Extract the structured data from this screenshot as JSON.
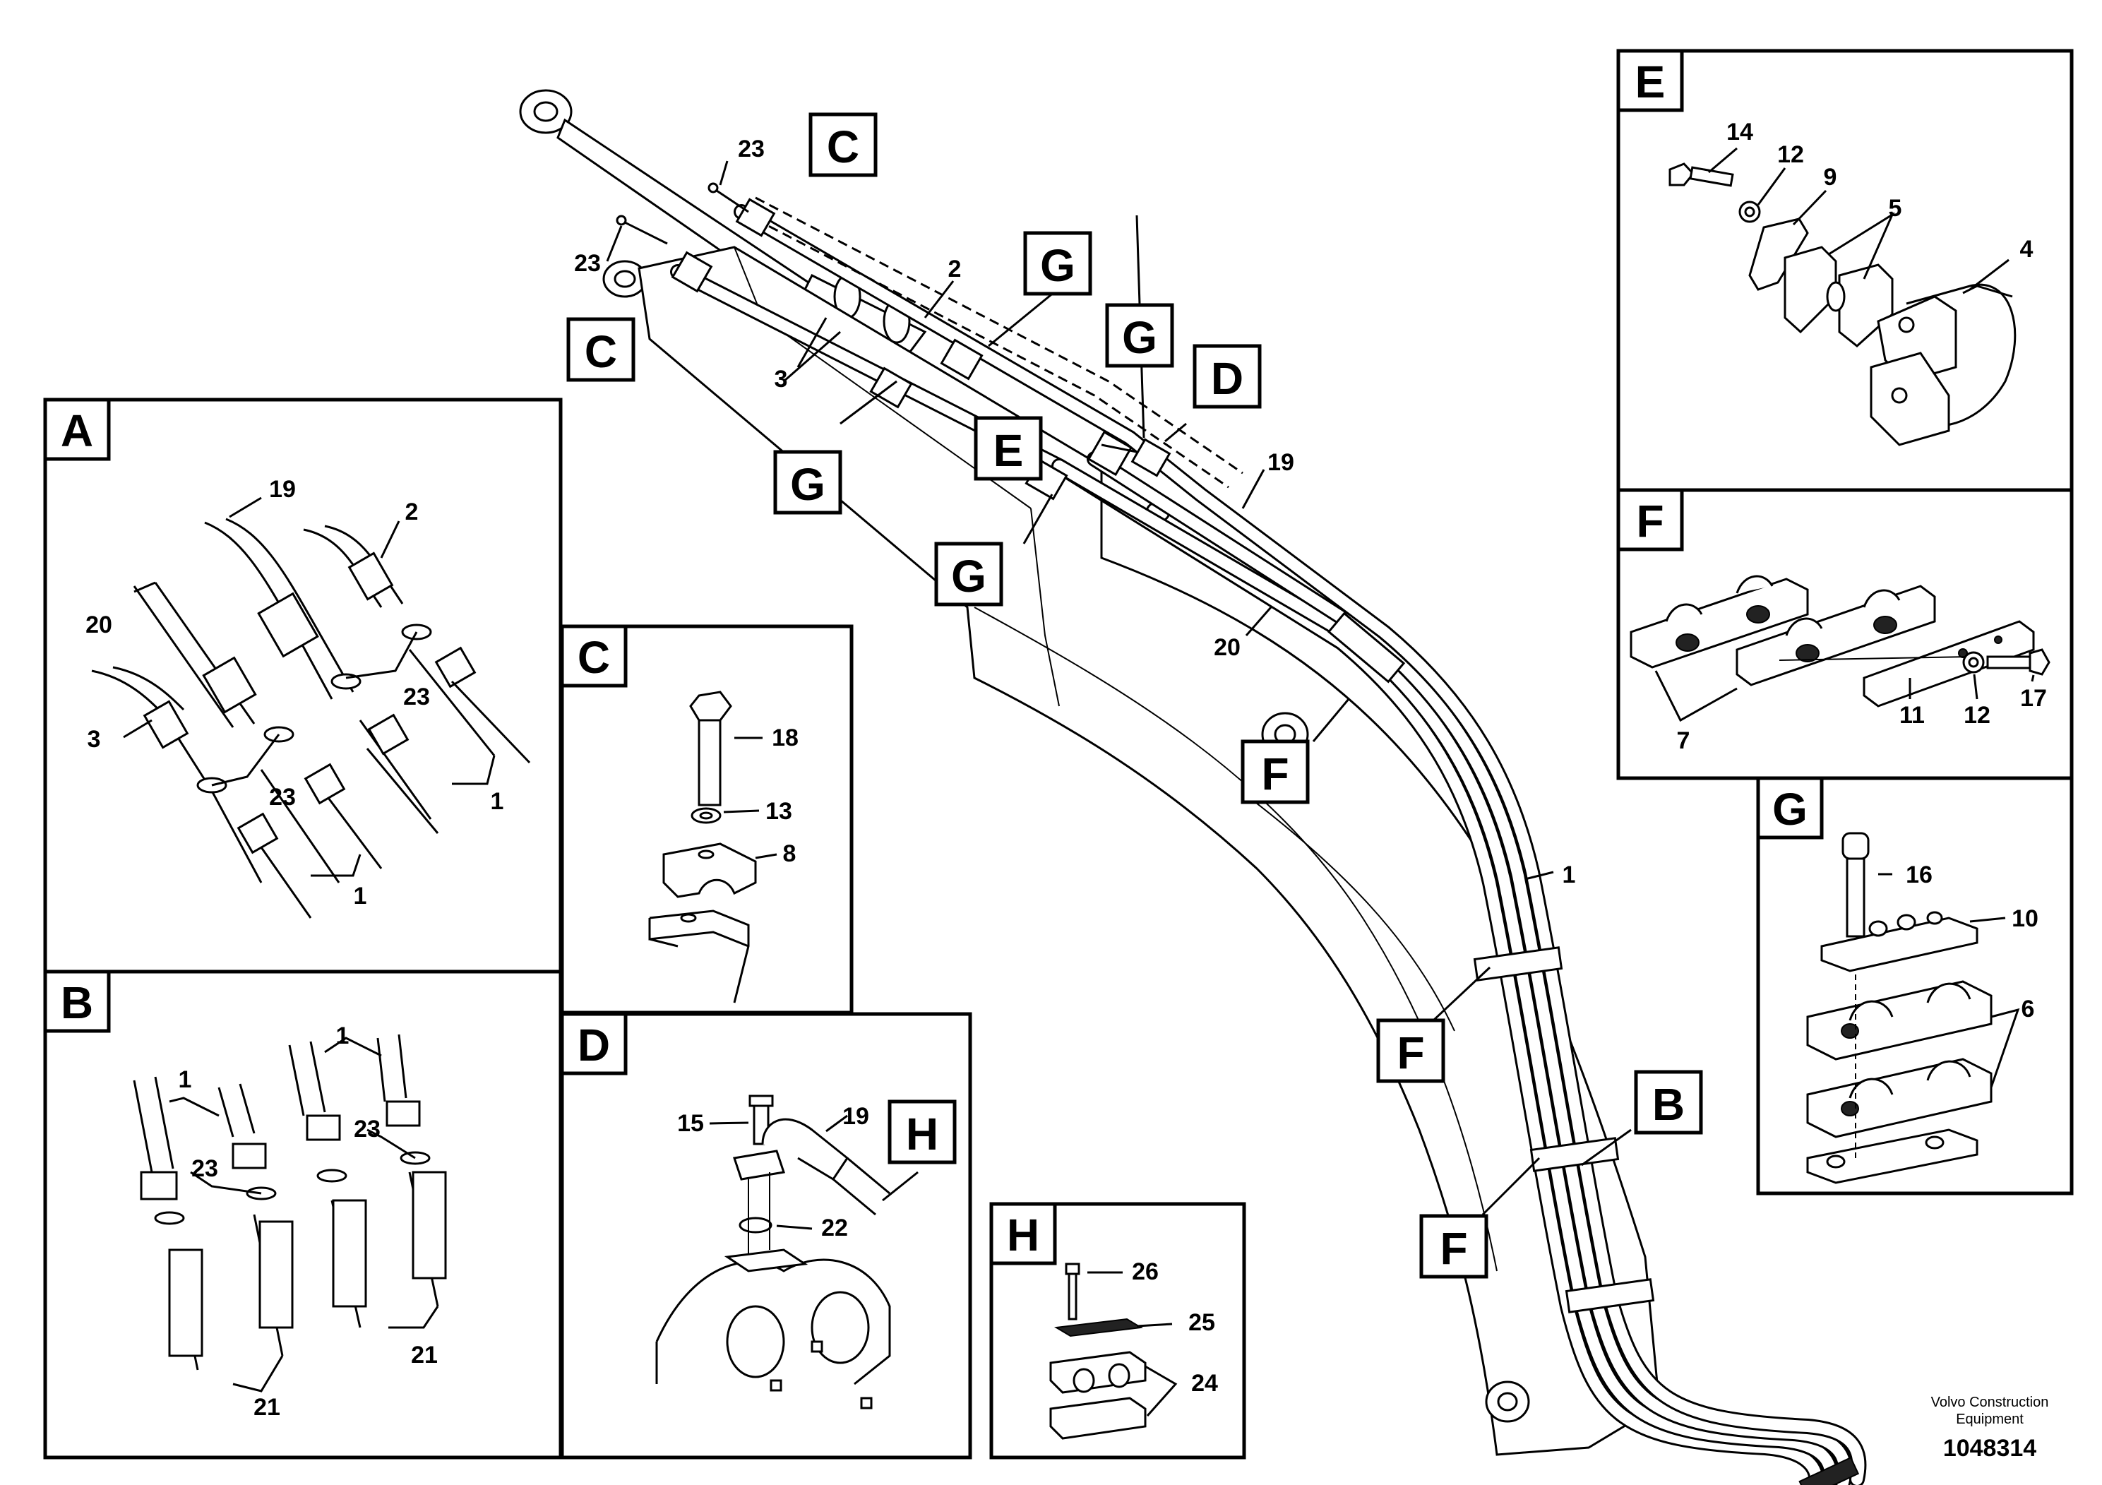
{
  "panels": {
    "A": {
      "tag": "A",
      "labels": [
        "19",
        "2",
        "20",
        "23",
        "3",
        "23",
        "1",
        "1"
      ]
    },
    "B": {
      "tag": "B",
      "labels": [
        "1",
        "1",
        "23",
        "23",
        "21",
        "21"
      ]
    },
    "C": {
      "tag": "C",
      "labels": [
        "18",
        "13",
        "8"
      ]
    },
    "D": {
      "tag": "D",
      "labels": [
        "15",
        "19",
        "22"
      ]
    },
    "E": {
      "tag": "E",
      "labels": [
        "14",
        "12",
        "9",
        "5",
        "4"
      ]
    },
    "F": {
      "tag": "F",
      "labels": [
        "7",
        "11",
        "12",
        "17"
      ]
    },
    "G": {
      "tag": "G",
      "labels": [
        "16",
        "10",
        "6"
      ]
    },
    "H": {
      "tag": "H",
      "labels": [
        "26",
        "25",
        "24"
      ]
    }
  },
  "main": {
    "labels": [
      "23",
      "23",
      "2",
      "3",
      "19",
      "20",
      "1"
    ],
    "callouts": [
      "C",
      "C",
      "G",
      "G",
      "G",
      "G",
      "E",
      "D",
      "F",
      "F",
      "F",
      "B",
      "H"
    ]
  },
  "credit": {
    "line1": "Volvo Construction",
    "line2": "Equipment",
    "doc_number": "1048314"
  }
}
